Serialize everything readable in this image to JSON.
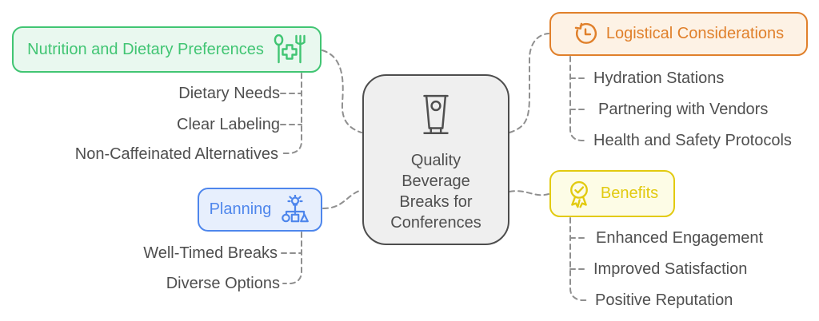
{
  "colors": {
    "green": "#41c573",
    "green_bg": "#e9f8ef",
    "orange": "#e0802b",
    "orange_bg": "#fdf2e5",
    "blue": "#4e86ec",
    "blue_bg": "#e7effd",
    "yellow": "#e2ca10",
    "yellow_bg": "#fdfce6",
    "text_gray": "#4f4f4f",
    "node_border": "#4d4d4d",
    "node_bg": "#efefef",
    "connector": "#8f8f8f"
  },
  "center": {
    "title": "Quality\nBeverage\nBreaks for\nConferences",
    "icon": "beverage-cup-icon"
  },
  "branches": {
    "nutrition": {
      "label": "Nutrition and Dietary Preferences",
      "icon": "nutrition-utensils-icon",
      "items": [
        "Dietary Needs",
        "Clear Labeling",
        "Non-Caffeinated Alternatives"
      ]
    },
    "planning": {
      "label": "Planning",
      "icon": "planning-idea-shapes-icon",
      "items": [
        "Well-Timed Breaks",
        "Diverse Options"
      ]
    },
    "logistics": {
      "label": "Logistical Considerations",
      "icon": "history-clock-icon",
      "items": [
        "Hydration Stations",
        "Partnering with Vendors",
        "Health and Safety Protocols"
      ]
    },
    "benefits": {
      "label": "Benefits",
      "icon": "award-ribbon-icon",
      "items": [
        "Enhanced Engagement",
        "Improved Satisfaction",
        "Positive Reputation"
      ]
    }
  }
}
